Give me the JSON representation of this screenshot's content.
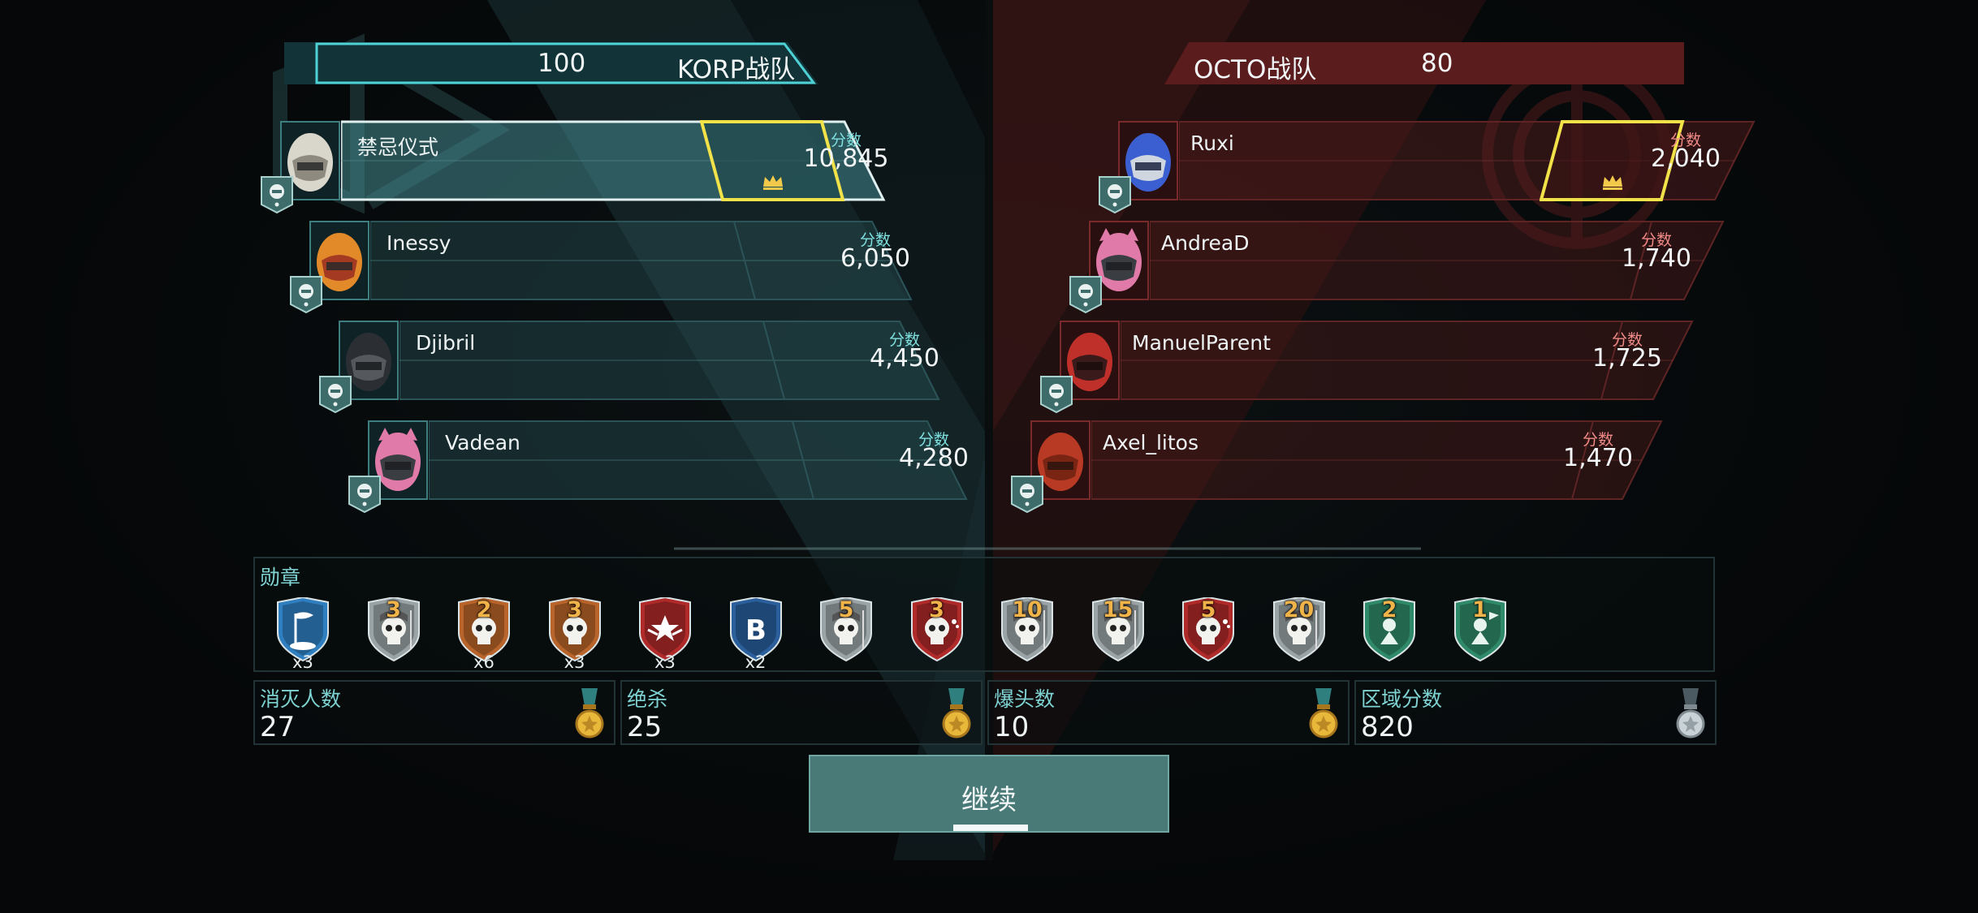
{
  "colors": {
    "korp_accent": "#4fd2d6",
    "octo_accent": "#e0504c",
    "mvp_highlight": "#f2e24a",
    "korp_score_label": "#7fe0e0",
    "octo_score_label": "#f08a86",
    "medal_count": "#f0b34a",
    "section_label": "#7fd3d3",
    "button_fill": "#4a7a78"
  },
  "korp_team": {
    "name": "KORP战队",
    "score": "100",
    "players": [
      {
        "name": "禁忌仪式",
        "score_label": "分数",
        "score": "10,845",
        "mvp": true,
        "avatar": "white-knight-helmet-icon",
        "rank": "rank-badge-icon"
      },
      {
        "name": "Inessy",
        "score_label": "分数",
        "score": "6,050",
        "mvp": false,
        "avatar": "orange-samurai-helmet-icon",
        "rank": "rank-badge-icon"
      },
      {
        "name": "Djibril",
        "score_label": "分数",
        "score": "4,450",
        "mvp": false,
        "avatar": "black-visor-helmet-icon",
        "rank": "rank-badge-icon"
      },
      {
        "name": "Vadean",
        "score_label": "分数",
        "score": "4,280",
        "mvp": false,
        "avatar": "pink-cat-helmet-icon",
        "rank": "rank-badge-icon"
      }
    ]
  },
  "octo_team": {
    "name": "OCTO战队",
    "score": "80",
    "players": [
      {
        "name": "Ruxi",
        "score_label": "分数",
        "score": "2,040",
        "mvp": true,
        "avatar": "blue-catcher-helmet-icon",
        "rank": "rank-badge-icon"
      },
      {
        "name": "AndreaD",
        "score_label": "分数",
        "score": "1,740",
        "mvp": false,
        "avatar": "pink-cat-helmet-icon",
        "rank": "rank-badge-icon"
      },
      {
        "name": "ManuelParent",
        "score_label": "分数",
        "score": "1,725",
        "mvp": false,
        "avatar": "red-visor-helmet-icon",
        "rank": "rank-badge-icon"
      },
      {
        "name": "Axel_litos",
        "score_label": "分数",
        "score": "1,470",
        "mvp": false,
        "avatar": "red-samurai-mask-icon",
        "rank": "rank-badge-icon"
      }
    ]
  },
  "medals": {
    "title": "勋章",
    "items": [
      {
        "icon": "flag-shield-icon",
        "count": "",
        "multiplier": "x3",
        "color": "#2f7fc0"
      },
      {
        "icon": "reaper-shield-icon",
        "count": "3",
        "multiplier": "",
        "color": "#9aa3a6"
      },
      {
        "icon": "skull-shield-icon",
        "count": "2",
        "multiplier": "x6",
        "color": "#b8642a"
      },
      {
        "icon": "skull-shield-icon",
        "count": "3",
        "multiplier": "x3",
        "color": "#b8642a"
      },
      {
        "icon": "winged-star-shield-icon",
        "count": "",
        "multiplier": "x3",
        "color": "#b02a2a"
      },
      {
        "icon": "b-letter-shield-icon",
        "count": "",
        "multiplier": "x2",
        "color": "#2a5f9c"
      },
      {
        "icon": "reaper-shield-icon",
        "count": "5",
        "multiplier": "",
        "color": "#9aa3a6"
      },
      {
        "icon": "splatter-skull-shield-icon",
        "count": "3",
        "multiplier": "",
        "color": "#b02a2a"
      },
      {
        "icon": "reaper-shield-icon",
        "count": "10",
        "multiplier": "",
        "color": "#9aa3a6"
      },
      {
        "icon": "reaper-shield-icon",
        "count": "15",
        "multiplier": "",
        "color": "#9aa3a6"
      },
      {
        "icon": "splatter-skull-shield-icon",
        "count": "5",
        "multiplier": "",
        "color": "#b02a2a"
      },
      {
        "icon": "reaper-shield-icon",
        "count": "20",
        "multiplier": "",
        "color": "#9aa3a6"
      },
      {
        "icon": "hand-shield-icon",
        "count": "2",
        "multiplier": "",
        "color": "#2f8a6a"
      },
      {
        "icon": "soldier-flag-shield-icon",
        "count": "1",
        "multiplier": "",
        "color": "#2f8a6a"
      }
    ]
  },
  "stats": [
    {
      "label": "消灭人数",
      "value": "27",
      "medal": "gold-medal-icon"
    },
    {
      "label": "绝杀",
      "value": "25",
      "medal": "gold-medal-icon"
    },
    {
      "label": "爆头数",
      "value": "10",
      "medal": "gold-medal-icon"
    },
    {
      "label": "区域分数",
      "value": "820",
      "medal": "silver-medal-icon"
    }
  ],
  "continue_button": {
    "label": "继续"
  }
}
